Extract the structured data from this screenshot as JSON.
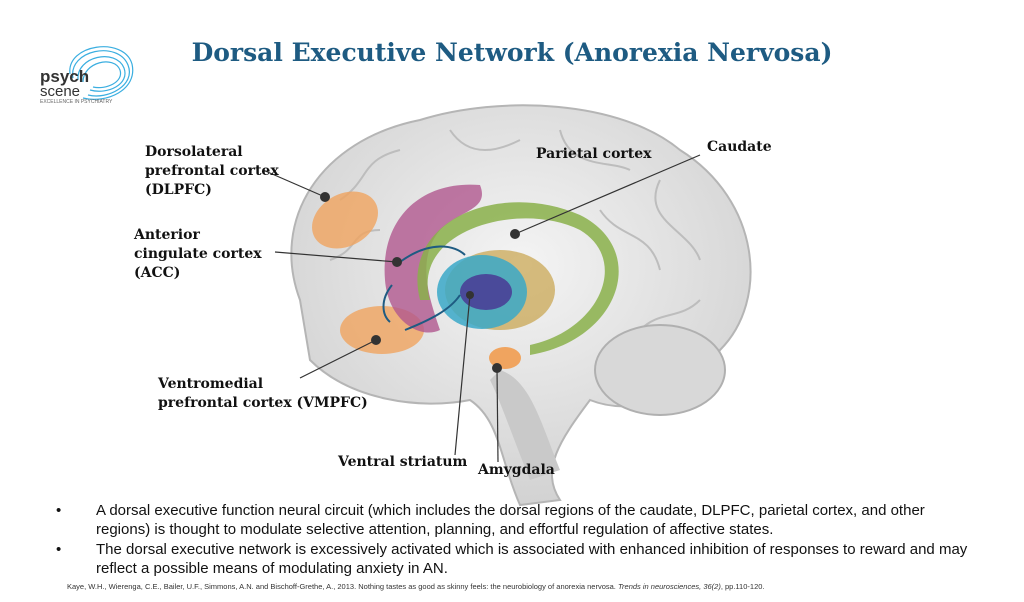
{
  "title": "Dorsal Executive Network (Anorexia Nervosa)",
  "logo": {
    "line1": "psych",
    "line2": "scene",
    "tagline": "EXCELLENCE IN PSYCHIATRY"
  },
  "labels": {
    "dlpfc": [
      "Dorsolateral",
      "prefrontal cortex",
      "(DLPFC)"
    ],
    "acc": [
      "Anterior",
      "cingulate cortex",
      "(ACC)"
    ],
    "vmpfc": [
      "Ventromedial",
      "prefrontal cortex (VMPFC)"
    ],
    "parietal": "Parietal cortex",
    "caudate": "Caudate",
    "ventral_striatum": "Ventral striatum",
    "amygdala": "Amygdala"
  },
  "bullets": [
    "A dorsal executive function neural circuit (which includes the dorsal regions of the caudate, DLPFC, parietal cortex, and other regions) is thought to modulate selective attention, planning, and effortful regulation of affective states.",
    "The dorsal executive network is excessively activated which is associated with enhanced inhibition of responses to reward and may reflect a possible means of modulating anxiety in AN."
  ],
  "citation": {
    "text": "Kaye, W.H., Wierenga, C.E., Bailer, U.F., Simmons, A.N. and Bischoff-Grethe, A., 2013. Nothing tastes as good as skinny feels: the neurobiology of anorexia nervosa.",
    "journal": "Trends in neurosciences, 36(2)",
    "pages": ", pp.110-120."
  },
  "colors": {
    "title": "#1e5b82",
    "dlpfc": "#f0a45f",
    "acc": "#b0578f",
    "caudate": "#8ab04a",
    "striatum": "#3aa8c8"
  }
}
